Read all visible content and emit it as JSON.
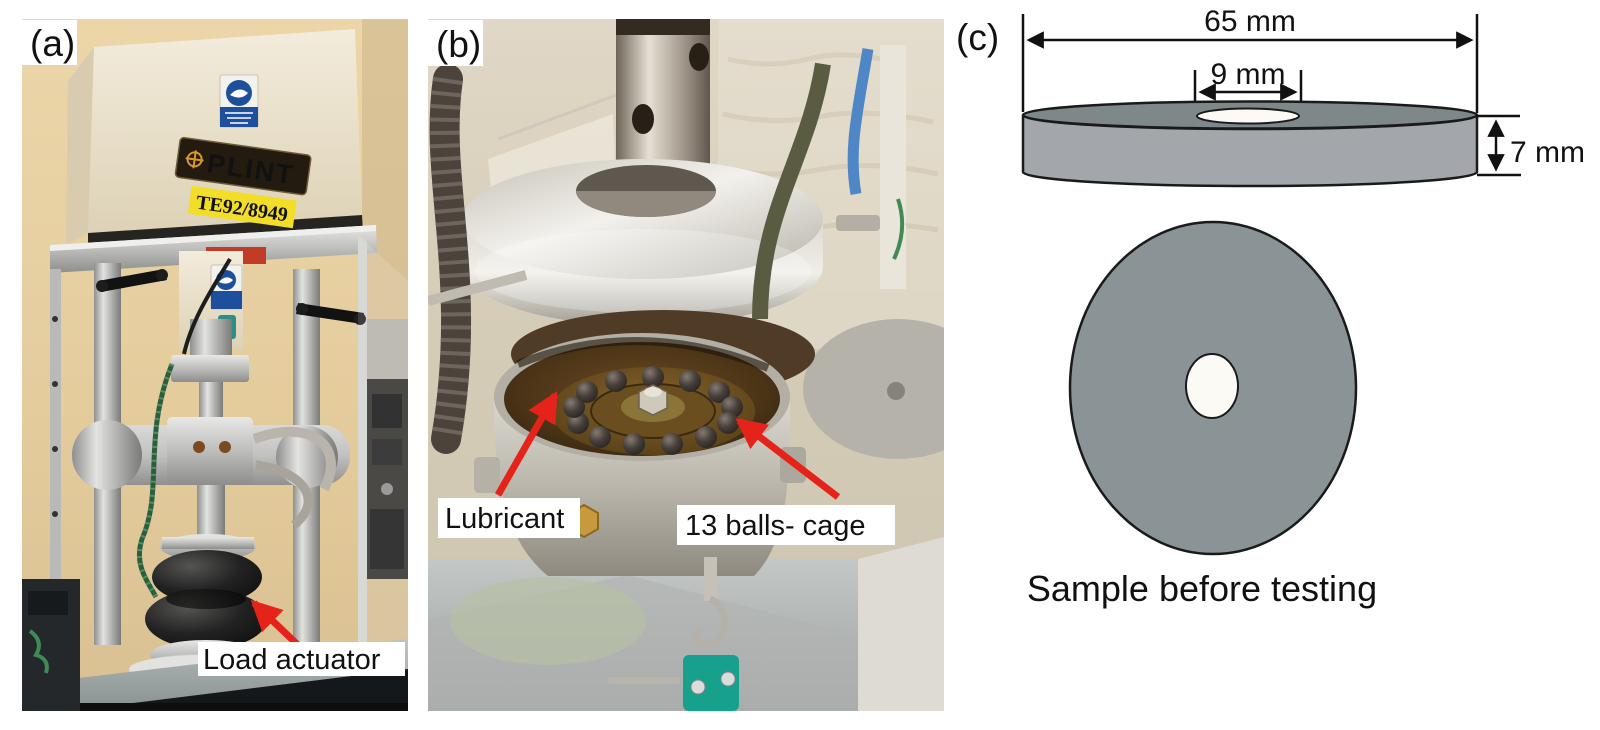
{
  "figure": {
    "panels": {
      "a": {
        "label": "(a)",
        "brand_plate": "PLINT",
        "model_plate": "TE92/8949",
        "callout": "Load actuator"
      },
      "b": {
        "label": "(b)",
        "callout_lubricant": "Lubricant",
        "callout_balls": "13 balls- cage"
      },
      "c": {
        "label": "(c)",
        "dim_diameter": "65 mm",
        "dim_hole": "9 mm",
        "dim_thickness": "7 mm",
        "caption": "Sample before testing"
      }
    },
    "colors": {
      "callout_arrow": "#e5231b",
      "sample_top": "#7e8889",
      "sample_side": "#a3a6ab",
      "sample_plan": "#8a9396",
      "sample_hole": "#fbfaf5",
      "brand_text": "#d89a26",
      "model_plate_bg": "#f2de29"
    }
  }
}
